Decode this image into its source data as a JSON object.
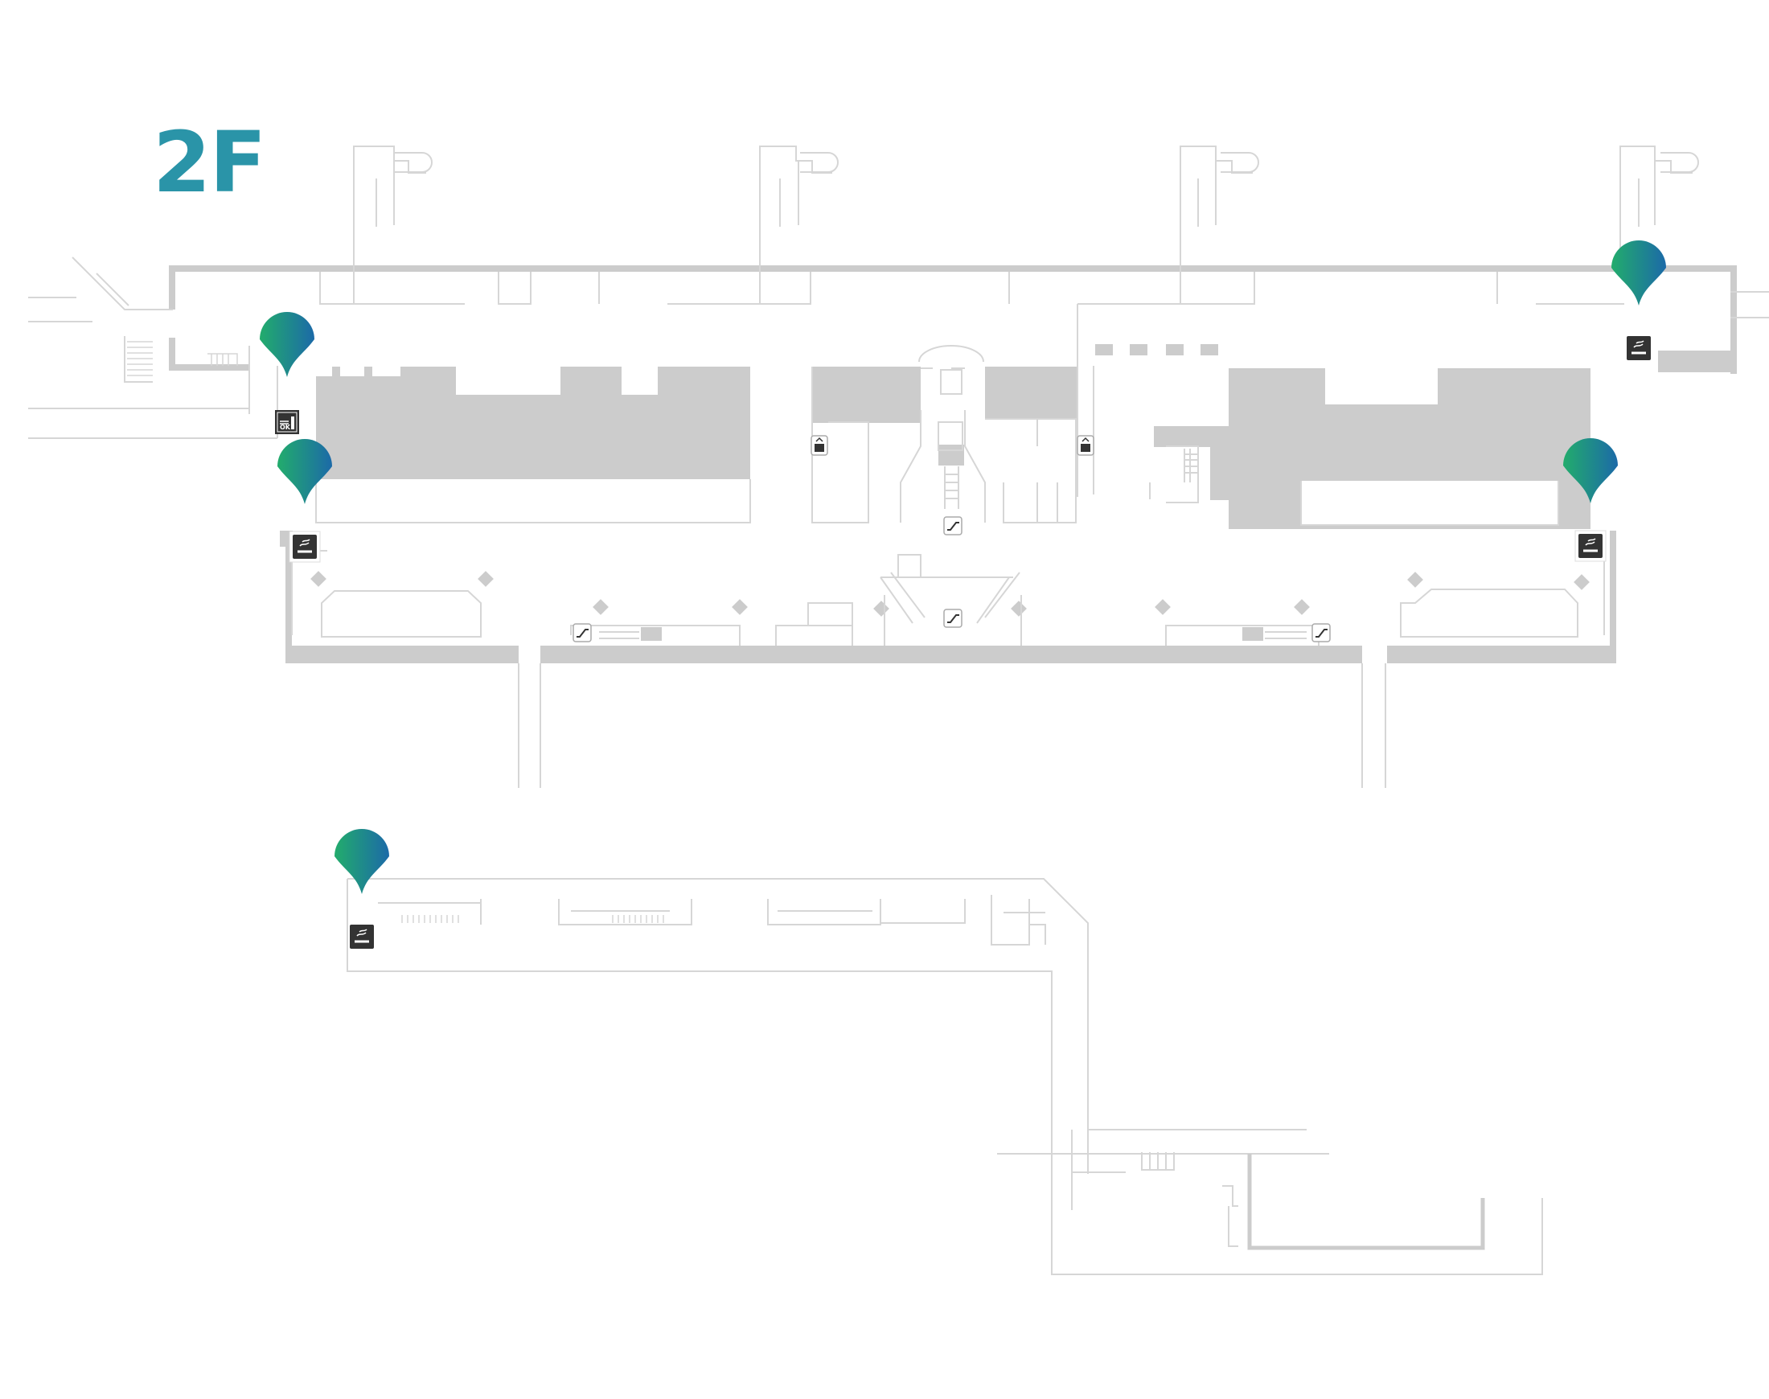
{
  "floor": {
    "label": "2F",
    "color": "#2a94a8"
  },
  "colors": {
    "wall": "#cccccc",
    "line": "#d6d6d6",
    "marker_start": "#22ac6c",
    "marker_end": "#1c6aa8",
    "sign_bg": "#333333"
  },
  "markers": [
    {
      "name": "smoking-area-marker-1",
      "icon": "smoking-ok-sign-icon",
      "sign_text": "OK"
    },
    {
      "name": "smoking-area-marker-2",
      "icon": "smoking-room-icon"
    },
    {
      "name": "smoking-area-marker-3",
      "icon": "smoking-room-icon"
    },
    {
      "name": "smoking-area-marker-4",
      "icon": "smoking-room-icon"
    },
    {
      "name": "smoking-area-marker-5",
      "icon": "smoking-room-icon"
    }
  ],
  "facility_icons": [
    {
      "name": "elevator-icon-1",
      "icon": "elevator-icon"
    },
    {
      "name": "elevator-icon-2",
      "icon": "elevator-icon"
    },
    {
      "name": "escalator-icon-1",
      "icon": "escalator-icon"
    },
    {
      "name": "escalator-icon-2",
      "icon": "escalator-icon"
    },
    {
      "name": "escalator-icon-3",
      "icon": "escalator-icon"
    },
    {
      "name": "escalator-icon-4",
      "icon": "escalator-icon"
    }
  ]
}
